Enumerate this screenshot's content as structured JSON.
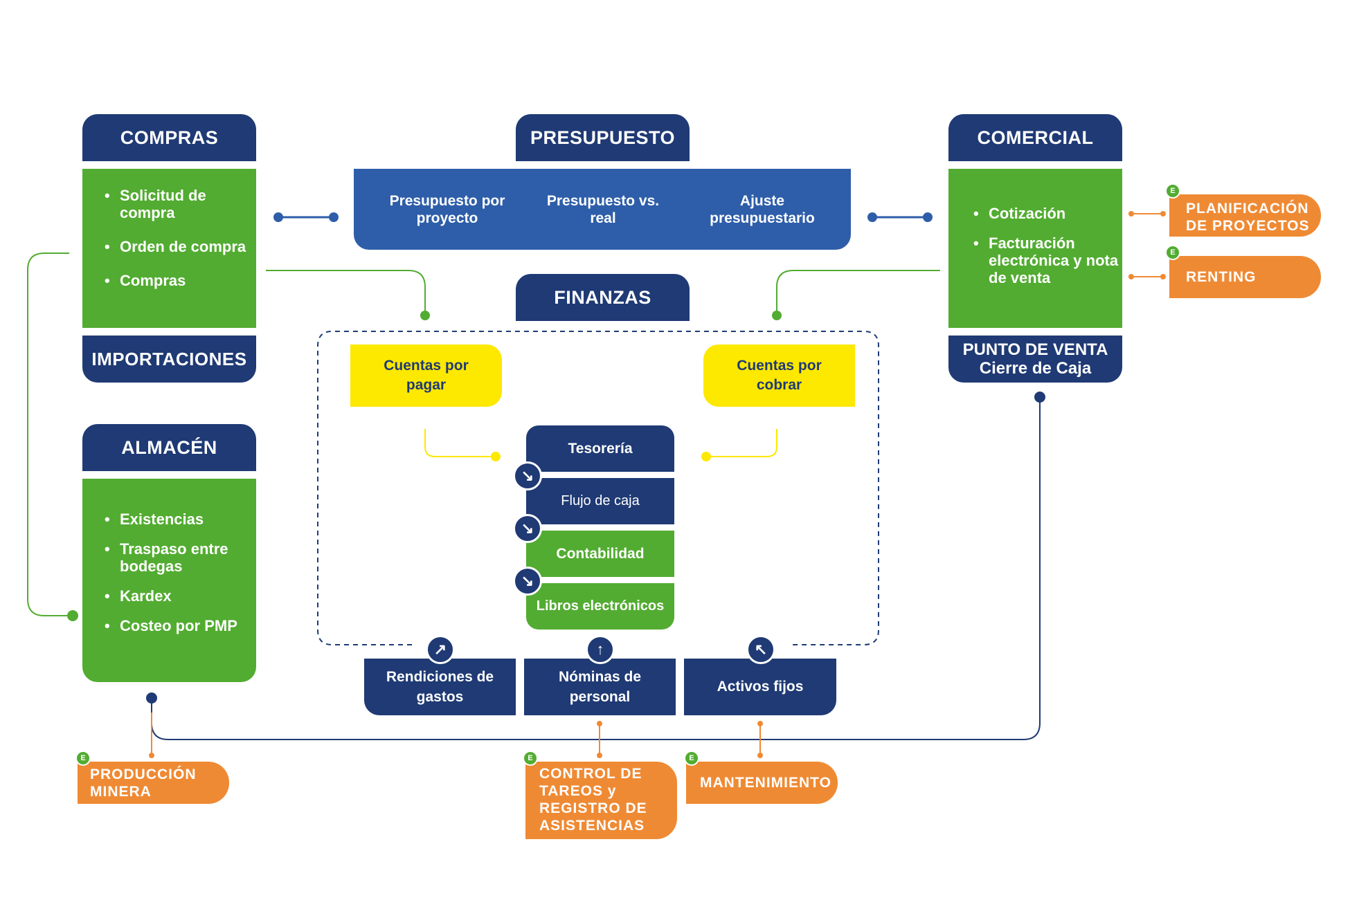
{
  "compras": {
    "title": "COMPRAS",
    "items": [
      "Solicitud de compra",
      "Orden de compra",
      "Compras"
    ],
    "footer": "IMPORTACIONES"
  },
  "presupuesto": {
    "title": "PRESUPUESTO",
    "items": [
      "Presupuesto por proyecto",
      "Presupuesto vs. real",
      "Ajuste presupuestario"
    ]
  },
  "comercial": {
    "title": "COMERCIAL",
    "items": [
      "Cotización",
      "Facturación electrónica y nota de venta"
    ],
    "footer_line1": "PUNTO DE VENTA",
    "footer_line2": "Cierre de Caja"
  },
  "almacen": {
    "title": "ALMACÉN",
    "items": [
      "Existencias",
      "Traspaso entre bodegas",
      "Kardex",
      "Costeo por PMP"
    ]
  },
  "finanzas": {
    "title": "FINANZAS",
    "cuentas_pagar": "Cuentas por pagar",
    "cuentas_cobrar": "Cuentas por cobrar",
    "stack": [
      "Tesorería",
      "Flujo de caja",
      "Contabilidad",
      "Libros electrónicos"
    ],
    "bottom": [
      "Rendiciones de gastos",
      "Nóminas de personal",
      "Activos fijos"
    ]
  },
  "extensions": {
    "badge": "E",
    "planificacion": "PLANIFICACIÓN DE PROYECTOS",
    "renting": "RENTING",
    "produccion": "PRODUCCIÓN MINERA",
    "control": "CONTROL DE TAREOS y REGISTRO DE ASISTENCIAS",
    "mantenimiento": "MANTENIMIENTO"
  },
  "colors": {
    "navy": "#1f3a74",
    "green": "#52ac31",
    "blue": "#2e5ea9",
    "yellow": "#fde800",
    "orange": "#ef8a34"
  },
  "icons": {
    "stack_arrow": "curved-down-arrow-icon",
    "bottom_arrow": "curved-up-arrow-icon"
  }
}
